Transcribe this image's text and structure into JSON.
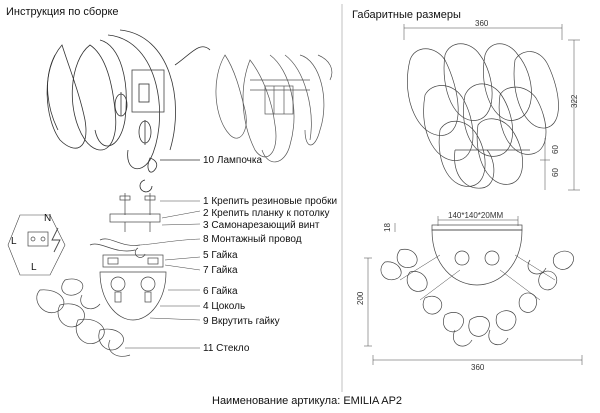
{
  "headers": {
    "assembly": "Инструкция по сборке",
    "dimensions": "Габаритные размеры"
  },
  "callouts": [
    {
      "num": "10",
      "text": "Лампочка"
    },
    {
      "num": "1",
      "text": "Крепить резиновые пробки"
    },
    {
      "num": "2",
      "text": "Крепить планку к потолку"
    },
    {
      "num": "3",
      "text": "Самонарезающий винт"
    },
    {
      "num": "8",
      "text": "Монтажный провод"
    },
    {
      "num": "5",
      "text": "Гайка"
    },
    {
      "num": "7",
      "text": "Гайка"
    },
    {
      "num": "6",
      "text": "Гайка"
    },
    {
      "num": "4",
      "text": "Цоколь"
    },
    {
      "num": "9",
      "text": "Вкрутить гайку"
    },
    {
      "num": "11",
      "text": "Стекло"
    }
  ],
  "dimensions": {
    "top_width": "360",
    "top_height": "322",
    "seg1": "60",
    "seg2": "60",
    "base": "140*140*20MM",
    "base_depth": "18",
    "side_height": "200",
    "side_width": "360"
  },
  "wiring_letters": {
    "n": "N",
    "l": "L",
    "l2": "L"
  },
  "footer": "Наименование артикула: EMILIA AP2"
}
